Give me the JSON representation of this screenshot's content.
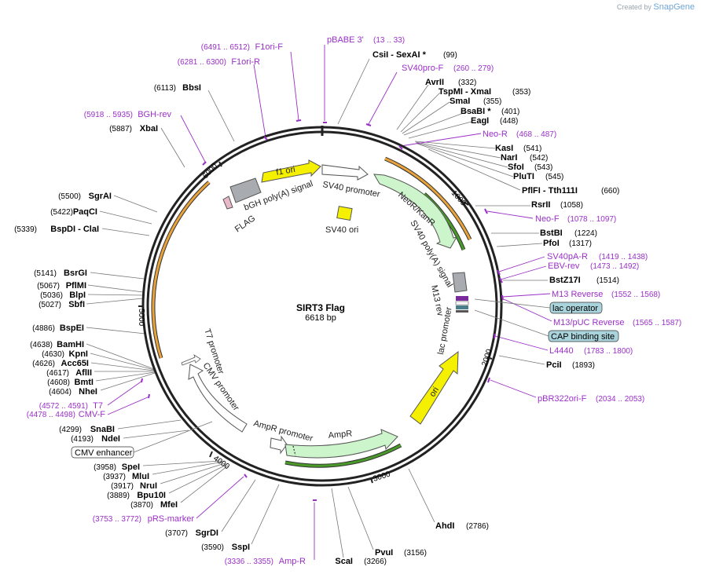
{
  "watermark": {
    "prefix": "Created by",
    "brand": "SnapGene"
  },
  "plasmid": {
    "name": "SIRT3 Flag",
    "length": 6618,
    "length_label": "6618 bp"
  },
  "ticks": [
    "1000",
    "2000",
    "3000",
    "4000",
    "5000",
    "6000"
  ],
  "sites": [
    {
      "name": "CsiI  - SexAI *",
      "pos": "(99)",
      "side": "right"
    },
    {
      "name": "AvrII",
      "pos": "(332)",
      "side": "right"
    },
    {
      "name": "TspMI  - XmaI",
      "pos": "(353)",
      "side": "right"
    },
    {
      "name": "SmaI",
      "pos": "(355)",
      "side": "right"
    },
    {
      "name": "BsaBI *",
      "pos": "(401)",
      "side": "right"
    },
    {
      "name": "EagI",
      "pos": "(448)",
      "side": "right"
    },
    {
      "name": "KasI",
      "pos": "(541)",
      "side": "right"
    },
    {
      "name": "NarI",
      "pos": "(542)",
      "side": "right"
    },
    {
      "name": "SfoI",
      "pos": "(543)",
      "side": "right"
    },
    {
      "name": "PluTI",
      "pos": "(545)",
      "side": "right"
    },
    {
      "name": "PflFI  - Tth111I",
      "pos": "(660)",
      "side": "right"
    },
    {
      "name": "RsrII",
      "pos": "(1058)",
      "side": "right"
    },
    {
      "name": "BstBI",
      "pos": "(1224)",
      "side": "right"
    },
    {
      "name": "PfoI",
      "pos": "(1317)",
      "side": "right"
    },
    {
      "name": "BstZ17I",
      "pos": "(1514)",
      "side": "right"
    },
    {
      "name": "PciI",
      "pos": "(1893)",
      "side": "right"
    },
    {
      "name": "AhdI",
      "pos": "(2786)",
      "side": "right"
    },
    {
      "name": "PvuI",
      "pos": "(3156)",
      "side": "right"
    },
    {
      "name": "ScaI",
      "pos": "(3266)",
      "side": "left"
    },
    {
      "name": "SspI",
      "pos": "(3590)",
      "side": "left"
    },
    {
      "name": "SgrDI",
      "pos": "(3707)",
      "side": "left"
    },
    {
      "name": "MfeI",
      "pos": "(3870)",
      "side": "left"
    },
    {
      "name": "Bpu10I",
      "pos": "(3889)",
      "side": "left"
    },
    {
      "name": "NruI",
      "pos": "(3917)",
      "side": "left"
    },
    {
      "name": "MluI",
      "pos": "(3937)",
      "side": "left"
    },
    {
      "name": "SpeI",
      "pos": "(3958)",
      "side": "left"
    },
    {
      "name": "NdeI",
      "pos": "(4193)",
      "side": "left"
    },
    {
      "name": "SnaBI",
      "pos": "(4299)",
      "side": "left"
    },
    {
      "name": "NheI",
      "pos": "(4604)",
      "side": "left"
    },
    {
      "name": "BmtI",
      "pos": "(4608)",
      "side": "left"
    },
    {
      "name": "AflII",
      "pos": "(4617)",
      "side": "left"
    },
    {
      "name": "Acc65I",
      "pos": "(4626)",
      "side": "left"
    },
    {
      "name": "KpnI",
      "pos": "(4630)",
      "side": "left"
    },
    {
      "name": "BamHI",
      "pos": "(4638)",
      "side": "left"
    },
    {
      "name": "BspEI",
      "pos": "(4886)",
      "side": "left"
    },
    {
      "name": "SbfI",
      "pos": "(5027)",
      "side": "left"
    },
    {
      "name": "BlpI",
      "pos": "(5036)",
      "side": "left"
    },
    {
      "name": "PflMI",
      "pos": "(5067)",
      "side": "left"
    },
    {
      "name": "BsrGI",
      "pos": "(5141)",
      "side": "left"
    },
    {
      "name": "BspDI  - ClaI",
      "pos": "(5339)",
      "side": "left"
    },
    {
      "name": "PaqCI",
      "pos": "(5422)",
      "side": "left"
    },
    {
      "name": "SgrAI",
      "pos": "(5500)",
      "side": "left"
    },
    {
      "name": "XbaI",
      "pos": "(5887)",
      "side": "left"
    },
    {
      "name": "BbsI",
      "pos": "(6113)",
      "side": "left"
    }
  ],
  "primers": [
    {
      "name": "F1ori-F",
      "pos": "(6491 .. 6512)",
      "side": "left"
    },
    {
      "name": "F1ori-R",
      "pos": "(6281 .. 6300)",
      "side": "left"
    },
    {
      "name": "pBABE 3'",
      "pos": "(13 .. 33)",
      "side": "right"
    },
    {
      "name": "SV40pro-F",
      "pos": "(260 .. 279)",
      "side": "right"
    },
    {
      "name": "Neo-R",
      "pos": "(468 .. 487)",
      "side": "right"
    },
    {
      "name": "Neo-F",
      "pos": "(1078 .. 1097)",
      "side": "right"
    },
    {
      "name": "SV40pA-R",
      "pos": "(1419 .. 1438)",
      "side": "right"
    },
    {
      "name": "EBV-rev",
      "pos": "(1473 .. 1492)",
      "side": "right"
    },
    {
      "name": "M13 Reverse",
      "pos": "(1552 .. 1568)",
      "side": "right"
    },
    {
      "name": "M13/pUC Reverse",
      "pos": "(1565 .. 1587)",
      "side": "right"
    },
    {
      "name": "L4440",
      "pos": "(1783 .. 1800)",
      "side": "right"
    },
    {
      "name": "pBR322ori-F",
      "pos": "(2034 .. 2053)",
      "side": "right"
    },
    {
      "name": "Amp-R",
      "pos": "(3336 .. 3355)",
      "side": "left"
    },
    {
      "name": "pRS-marker",
      "pos": "(3753 .. 3772)",
      "side": "left"
    },
    {
      "name": "CMV-F",
      "pos": "(4478 .. 4498)",
      "side": "left"
    },
    {
      "name": "T7",
      "pos": "(4572 .. 4591)",
      "side": "left"
    },
    {
      "name": "BGH-rev",
      "pos": "(5918 .. 5935)",
      "side": "left"
    }
  ],
  "boxed_labels": [
    "lac operator",
    "CAP binding site",
    "CMV enhancer"
  ],
  "features": [
    "f1 ori",
    "SV40 promoter",
    "bGH poly(A) signal",
    "FLAG",
    "SV40 ori",
    "NeoR/KanR",
    "SV40 poly(A) signal",
    "M13 rev",
    "lac promoter",
    "ori",
    "AmpR promoter",
    "AmpR",
    "CMV promoter",
    "T7 promoter"
  ],
  "colors": {
    "primer": "#9a2fc7",
    "orf_orange": "#e8a33a",
    "orf_green": "#4a9a2a",
    "gene_green": "#ccf5cc",
    "ori_yellow": "#f5f000",
    "gray": "#a8abb0",
    "boxed_teal": "#a9d4dc"
  }
}
